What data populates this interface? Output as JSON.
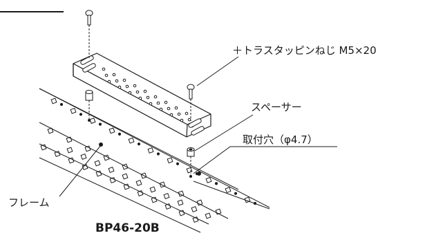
{
  "labels": {
    "screw": "＋トラスタッピンねじ M5×20",
    "spacer": "スペーサー",
    "mount_hole": "取付穴（φ4.7）",
    "frame": "フレーム",
    "model": "BP46-20B"
  },
  "colors": {
    "line": "#1a1a1a",
    "background": "#ffffff"
  }
}
